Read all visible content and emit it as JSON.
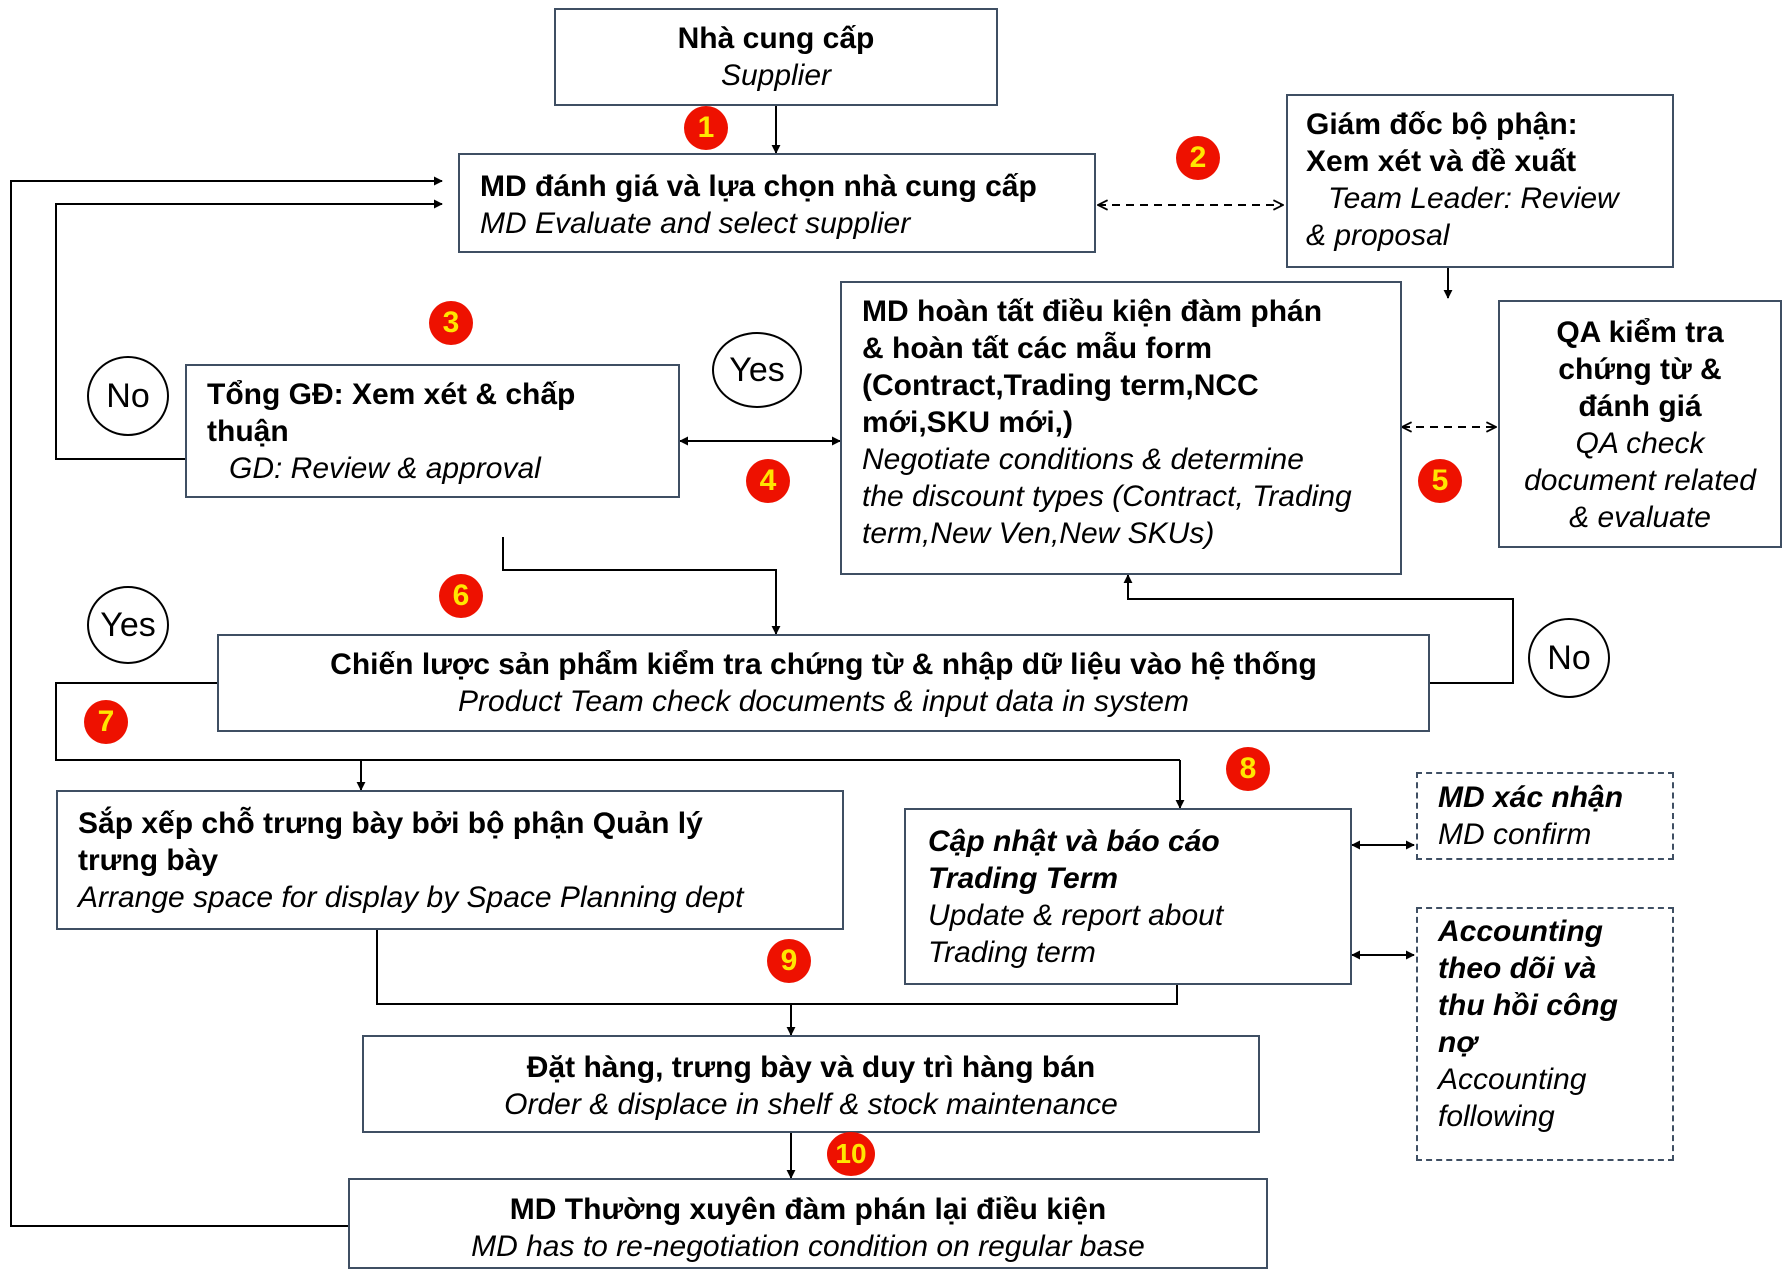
{
  "colors": {
    "box_border": "#3f4f63",
    "line": "#000000",
    "badge_fill": "#ee1100",
    "badge_text": "#ffe600"
  },
  "steps": {
    "supplier": {
      "title": "Nhà cung cấp",
      "subtitle": "Supplier"
    },
    "md_evaluate": {
      "title": "MD đánh giá và lựa chọn nhà cung cấp",
      "subtitle": "MD Evaluate and select supplier"
    },
    "team_leader": {
      "title_1": "Giám đốc bộ phận:",
      "title_2": "Xem xét và đề xuất",
      "subtitle_1": "Team Leader: Review",
      "subtitle_2": "& proposal"
    },
    "gd_review": {
      "title_1": "Tổng GĐ: Xem xét & chấp",
      "title_2": "thuận",
      "subtitle": "GD: Review & approval"
    },
    "md_negotiate": {
      "title_1": "MD  hoàn tất điều kiện đàm phán",
      "title_2": "& hoàn tất các mẫu form",
      "title_3": "(Contract,Trading term,NCC",
      "title_4": "mới,SKU mới,)",
      "subtitle_1": "Negotiate conditions & determine",
      "subtitle_2": "the discount types (Contract, Trading",
      "subtitle_3": "term,New Ven,New SKUs)"
    },
    "qa_check": {
      "title_1": "QA kiểm tra",
      "title_2": "chứng từ &",
      "title_3": "đánh giá",
      "subtitle_1": "QA check",
      "subtitle_2": "document related",
      "subtitle_3": "& evaluate"
    },
    "product_team": {
      "title": "Chiến lược sản phẩm kiểm tra chứng từ & nhập dữ liệu vào hệ thống",
      "subtitle": "Product Team check documents & input data in system"
    },
    "space_planning": {
      "title_1": "Sắp xếp chỗ trưng bày bởi bộ phận Quản lý",
      "title_2": "trưng bày",
      "subtitle": "Arrange space for display by Space Planning dept"
    },
    "trading_term": {
      "title_1": "Cập nhật và báo cáo",
      "title_2": "Trading Term",
      "subtitle_1": "Update & report about",
      "subtitle_2": "Trading term"
    },
    "md_confirm": {
      "title": "MD xác nhận",
      "subtitle": "MD confirm"
    },
    "accounting": {
      "title_1": "Accounting",
      "title_2": "theo dõi và",
      "title_3": "thu hồi công",
      "title_4": "nợ",
      "subtitle_1": "Accounting",
      "subtitle_2": "following"
    },
    "order": {
      "title": "Đặt hàng, trưng bày và duy trì hàng bán",
      "subtitle": "Order & displace in shelf & stock maintenance"
    },
    "renegotiate": {
      "title": "MD Thường xuyên đàm phán lại điều kiện",
      "subtitle": "MD has to re-negotiation condition on regular base"
    }
  },
  "badges": [
    "1",
    "2",
    "3",
    "4",
    "5",
    "6",
    "7",
    "8",
    "9",
    "10"
  ],
  "decisions": {
    "no_left": "No",
    "yes_gd": "Yes",
    "yes_left": "Yes",
    "no_right": "No"
  }
}
